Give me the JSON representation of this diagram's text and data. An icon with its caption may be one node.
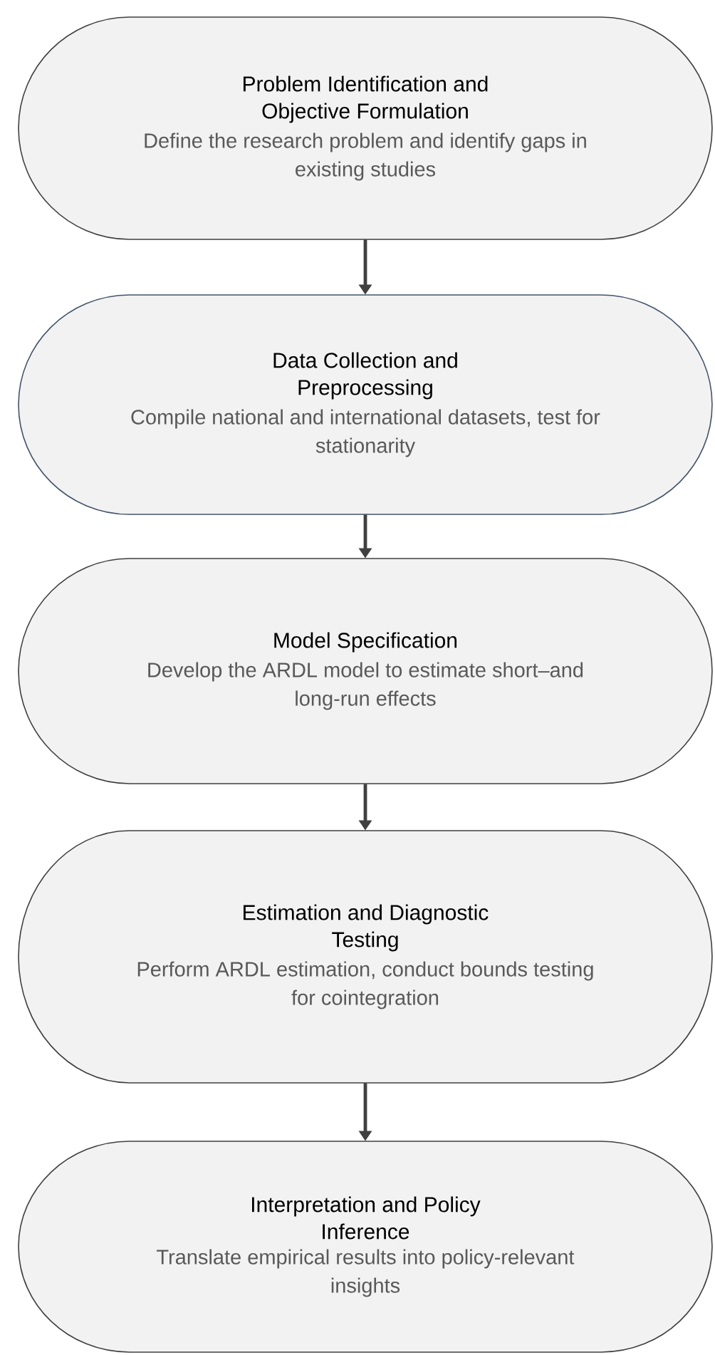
{
  "diagram": {
    "nodes": [
      {
        "text": [
          "Problem Identification and Objective Formulation",
          "Define the research problem and identify gaps in existing studies"
        ]
      },
      {
        "text": [
          "Data Collection and Preprocessing",
          "Compile national and international datasets, test for stationarity"
        ]
      },
      {
        "text": [
          "Model Specification",
          "Develop the ARDL model to estimate short–and long-run effects"
        ]
      },
      {
        "text": [
          "Estimation and Diagnostic Testing",
          "Perform ARDL estimation, conduct bounds testing for cointegration"
        ]
      },
      {
        "text": [
          "Interpretation and Policy Inference",
          "Translate empirical results into policy-relevant insights"
        ]
      }
    ],
    "edges": [
      {
        "from": 0,
        "to": 1,
        "arrow": "to"
      },
      {
        "from": 1,
        "to": 2,
        "arrow": "to"
      },
      {
        "from": 2,
        "to": 3,
        "arrow": "to"
      },
      {
        "from": 3,
        "to": 4,
        "arrow": "to"
      }
    ]
  }
}
